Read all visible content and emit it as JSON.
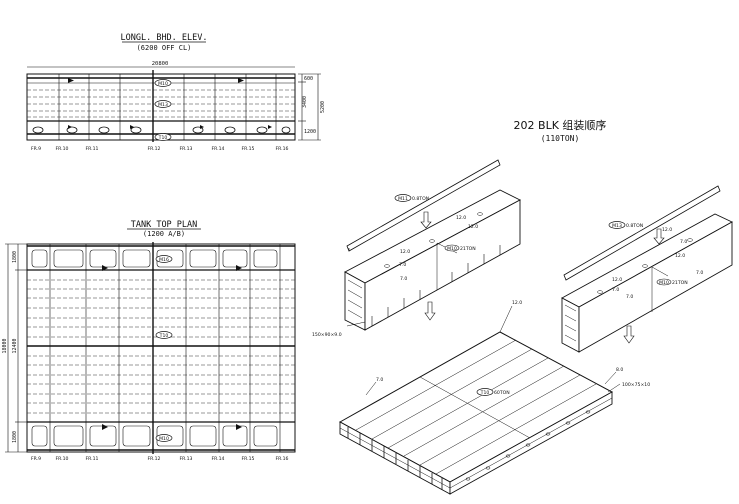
{
  "elevation": {
    "title": "LONGL. BHD. ELEV.",
    "subtitle": "(6200 OFF CL)",
    "dim_length": "20800",
    "dims_right": [
      "600",
      "3400",
      "1200"
    ],
    "dim_total": "5200",
    "tags": [
      "M10",
      "M13",
      "T10"
    ]
  },
  "plan": {
    "title": "TANK TOP PLAN",
    "subtitle": "(1200 A/B)",
    "dims_left_total": "18000",
    "dims_left": [
      "1800",
      "12400",
      "1800"
    ],
    "tags": [
      "M16",
      "T10",
      "M10"
    ]
  },
  "frames": [
    "FR.9",
    "FR.10",
    "FR.11",
    "FR.12",
    "FR.13",
    "FR.14",
    "FR.15",
    "FR.16"
  ],
  "assembly": {
    "title": "202 BLK 组装顺序",
    "subtitle": "(110TON)",
    "left_unit": {
      "tag": "M11",
      "weight": "0.8TON",
      "tag2": "M10",
      "weight2": "21TON",
      "plates": [
        "12.0",
        "12.0",
        "12.0",
        "7.0",
        "7.0"
      ],
      "profile": "150×90×9.0"
    },
    "right_unit": {
      "tag": "M13",
      "weight": "0.8TON",
      "tag2": "M10",
      "weight2": "21TON",
      "plates": [
        "12.0",
        "7.0",
        "12.0",
        "12.0",
        "7.0",
        "7.0",
        "7.0"
      ]
    },
    "bottom": {
      "tag": "T10",
      "weight": "60TON",
      "plate_a": "12.0",
      "plate_b": "7.0",
      "plate_c": "8.0",
      "profile": "100×75×10"
    }
  },
  "colors": {
    "ink": "#111111",
    "paper": "#ffffff"
  }
}
